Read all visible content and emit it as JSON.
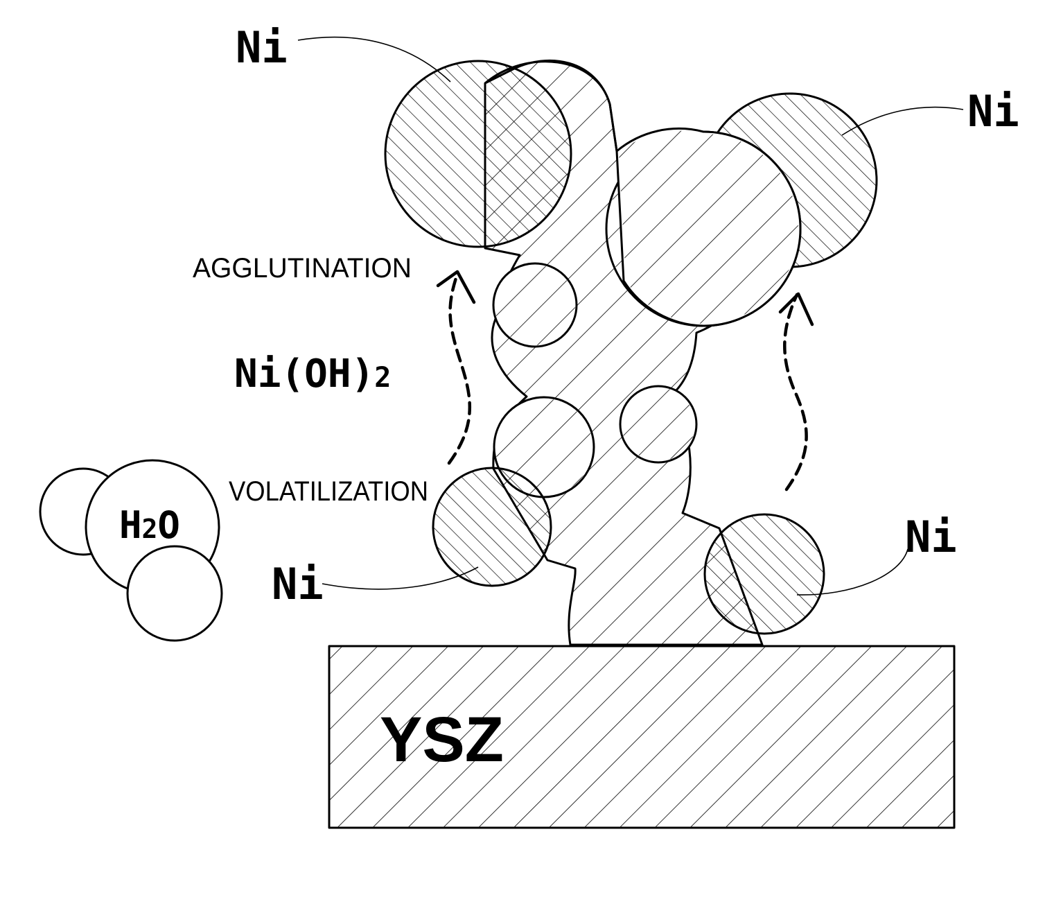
{
  "labels": {
    "ni_top_left": "Ni",
    "ni_top_right": "Ni",
    "ni_bottom_left": "Ni",
    "ni_bottom_right": "Ni",
    "agglutination": "AGGLUTINATION",
    "ni_oh2_main": "Ni(OH)",
    "ni_oh2_sub": "2",
    "volatilization": "VOLATILIZATION",
    "h2o_h": "H",
    "h2o_sub": "2",
    "h2o_o": "O",
    "ysz": "YSZ"
  }
}
